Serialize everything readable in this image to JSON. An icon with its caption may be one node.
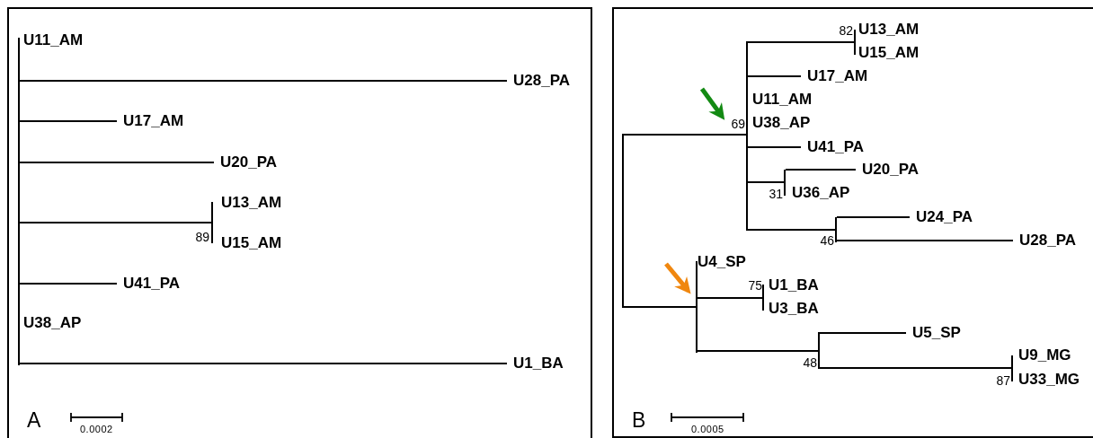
{
  "diagram": {
    "nodes": [
      {
        "text": [
          "A"
        ]
      },
      {
        "text": [],
        "shape": "bar",
        "in": 0
      },
      {
        "text": [
          "U11_AM"
        ],
        "in": 0
      },
      {
        "text": [
          "U28_PA"
        ],
        "in": 0
      },
      {
        "text": [
          "U17_AM"
        ],
        "in": 0
      },
      {
        "text": [
          "U20_PA"
        ],
        "in": 0
      },
      {
        "text": [],
        "shape": "bar",
        "in": 0,
        "beside": [
          "89"
        ]
      },
      {
        "text": [
          "U13_AM"
        ],
        "in": 0
      },
      {
        "text": [
          "U15_AM"
        ],
        "in": 0
      },
      {
        "text": [
          "U41_PA"
        ],
        "in": 0
      },
      {
        "text": [
          "U38_AP"
        ],
        "in": 0
      },
      {
        "text": [
          "U1_BA"
        ],
        "in": 0
      },
      {
        "text": [
          "B"
        ]
      },
      {
        "text": [],
        "shape": "bar",
        "in": 12
      },
      {
        "text": [],
        "shape": "bar",
        "in": 12,
        "beside": [
          "69"
        ]
      },
      {
        "text": [],
        "shape": "bar",
        "in": 12,
        "beside": [
          "82"
        ]
      },
      {
        "text": [
          "U13_AM"
        ],
        "in": 12
      },
      {
        "text": [
          "U15_AM"
        ],
        "in": 12
      },
      {
        "text": [
          "U17_AM"
        ],
        "in": 12
      },
      {
        "text": [
          "U11_AM"
        ],
        "in": 12
      },
      {
        "text": [
          "U38_AP"
        ],
        "in": 12
      },
      {
        "text": [
          "U41_PA"
        ],
        "in": 12
      },
      {
        "text": [],
        "shape": "bar",
        "in": 12,
        "beside": [
          "31"
        ]
      },
      {
        "text": [
          "U20_PA"
        ],
        "in": 12
      },
      {
        "text": [
          "U36_AP"
        ],
        "in": 12
      },
      {
        "text": [],
        "shape": "bar",
        "in": 12,
        "beside": [
          "46"
        ]
      },
      {
        "text": [
          "U24_PA"
        ],
        "in": 12
      },
      {
        "text": [
          "U28_PA"
        ],
        "in": 12
      },
      {
        "text": [],
        "shape": "bar",
        "in": 12
      },
      {
        "text": [
          "U4_SP"
        ],
        "in": 12
      },
      {
        "text": [],
        "shape": "bar",
        "in": 12,
        "beside": [
          "75"
        ]
      },
      {
        "text": [
          "U1_BA"
        ],
        "in": 12
      },
      {
        "text": [
          "U3_BA"
        ],
        "in": 12
      },
      {
        "text": [],
        "shape": "bar",
        "in": 12,
        "beside": [
          "48"
        ]
      },
      {
        "text": [
          "U5_SP"
        ],
        "in": 12
      },
      {
        "text": [],
        "shape": "bar",
        "in": 12,
        "beside": [
          "87"
        ]
      },
      {
        "text": [
          "U9_MG"
        ],
        "in": 12
      },
      {
        "text": [
          "U33_MG"
        ],
        "in": 12
      }
    ],
    "edges": [
      {
        "from": 1,
        "to": 3,
        "arrow": "none"
      },
      {
        "from": 1,
        "to": 4,
        "arrow": "none"
      },
      {
        "from": 1,
        "to": 5,
        "arrow": "none"
      },
      {
        "from": 1,
        "to": 6,
        "arrow": "none"
      },
      {
        "from": 1,
        "to": 9,
        "arrow": "none"
      },
      {
        "from": 1,
        "to": 11,
        "arrow": "none"
      },
      {
        "from": 13,
        "to": 14,
        "arrow": "none"
      },
      {
        "from": 13,
        "to": 28,
        "arrow": "none"
      },
      {
        "from": 14,
        "to": 15,
        "arrow": "none"
      },
      {
        "from": 14,
        "to": 18,
        "arrow": "none"
      },
      {
        "from": 14,
        "to": 21,
        "arrow": "none"
      },
      {
        "from": 14,
        "to": 22,
        "arrow": "none"
      },
      {
        "from": 14,
        "to": 25,
        "arrow": "none"
      },
      {
        "from": 22,
        "to": 23,
        "arrow": "none"
      },
      {
        "from": 25,
        "to": 26,
        "arrow": "none"
      },
      {
        "from": 25,
        "to": 27,
        "arrow": "none"
      },
      {
        "from": 28,
        "to": 30,
        "arrow": "none"
      },
      {
        "from": 28,
        "to": 33,
        "arrow": "none"
      },
      {
        "from": 33,
        "to": 34,
        "arrow": "none"
      },
      {
        "from": 33,
        "to": 35,
        "arrow": "none"
      },
      {
        "from": null,
        "to": 14,
        "arrow": "to",
        "style": "thick",
        "color": "#138a13"
      },
      {
        "from": null,
        "to": 28,
        "arrow": "to",
        "style": "thick",
        "color": "#f0870f"
      }
    ],
    "labels": [
      "0.0002",
      "0.0005"
    ]
  }
}
